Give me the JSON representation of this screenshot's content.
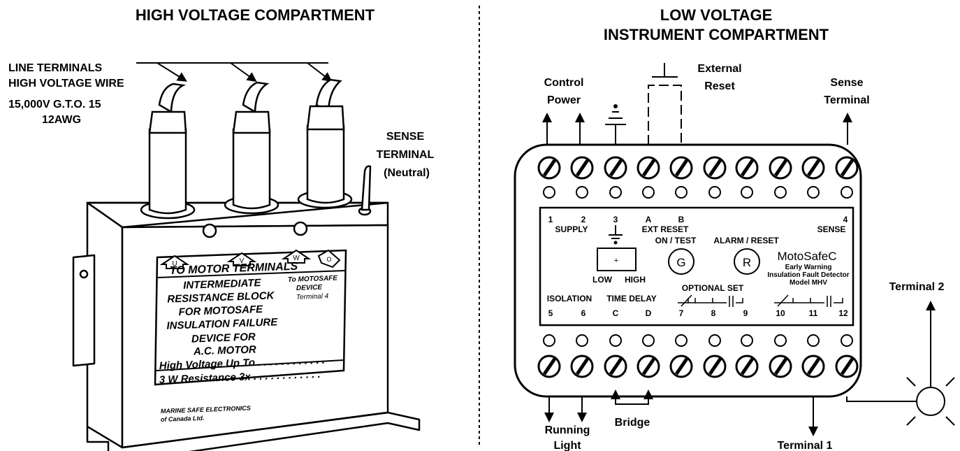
{
  "left": {
    "title": "HIGH VOLTAGE COMPARTMENT",
    "line_label": [
      "LINE TERMINALS",
      "HIGH VOLTAGE WIRE"
    ],
    "wire_spec": [
      "15,000V G.T.O. 15",
      "12AWG"
    ],
    "sense_label": [
      "SENSE",
      "TERMINAL",
      "(Neutral)"
    ],
    "plate": {
      "tags": [
        "U",
        "V",
        "W",
        "O"
      ],
      "header": "TO MOTOR TERMINALS",
      "lines": [
        "INTERMEDIATE",
        "RESISTANCE BLOCK",
        "FOR MOTOSAFE",
        "INSULATION FAILURE",
        "DEVICE FOR",
        "A.C. MOTOR"
      ],
      "side_note": [
        "To MOTOSAFE",
        "DEVICE",
        "Terminal"
      ],
      "side_note_num": "4",
      "field1": "High Voltage Up To . . . . . . . . . . . .",
      "field2": "3 W Resistance 3x . . . . . . . . . . . .",
      "maker": [
        "MARINE SAFE ELECTRONICS",
        "of Canada Ltd."
      ]
    }
  },
  "right": {
    "title": [
      "LOW VOLTAGE",
      "INSTRUMENT COMPARTMENT"
    ],
    "control_power": [
      "Control",
      "Power"
    ],
    "external_reset": [
      "External",
      "Reset"
    ],
    "sense_terminal": [
      "Sense",
      "Terminal"
    ],
    "running_light": [
      "Running",
      "Light"
    ],
    "bridge": "Bridge",
    "terminal1": "Terminal 1",
    "terminal2": "Terminal 2",
    "panel": {
      "top_nums": [
        "1",
        "2",
        "3",
        "A",
        "B",
        "4"
      ],
      "supply": "SUPPLY",
      "ext_reset": "EXT RESET",
      "sense": "SENSE",
      "on_test": "ON / TEST",
      "alarm_reset": "ALARM / RESET",
      "brand": "MotoSafeC",
      "brand_sub": [
        "Early Warning",
        "Insulation Fault Detector",
        "Model MHV"
      ],
      "switch_symbol": "+",
      "low": "LOW",
      "high": "HIGH",
      "btn_g": "G",
      "btn_r": "R",
      "optional_set": "OPTIONAL SET",
      "isolation": "ISOLATION",
      "time_delay": "TIME DELAY",
      "bottom_nums": [
        "5",
        "6",
        "C",
        "D",
        "7",
        "8",
        "9",
        "10",
        "11",
        "12"
      ]
    }
  }
}
